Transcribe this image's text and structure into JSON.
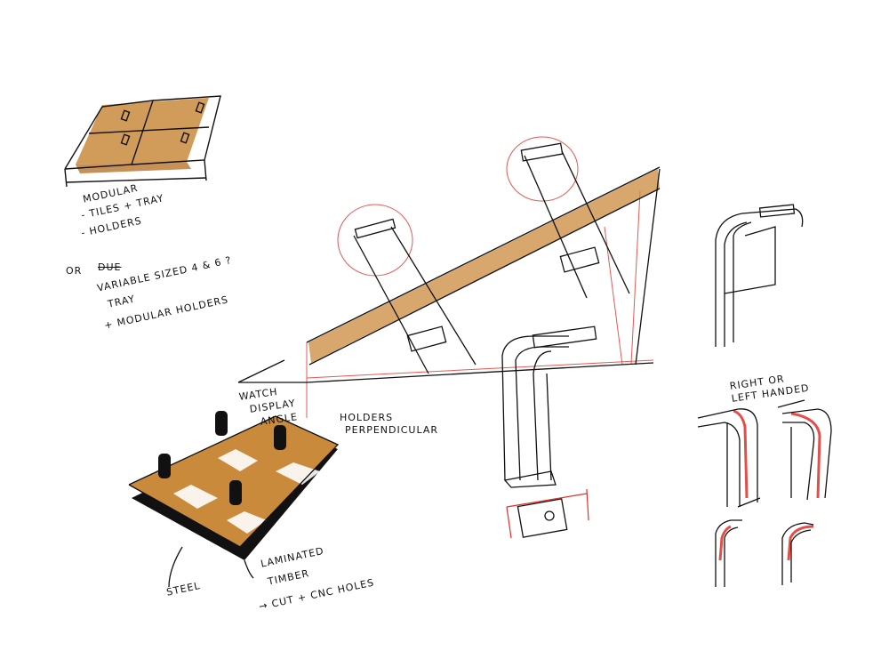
{
  "sketch": {
    "title": "Watch display stand concept sketches",
    "colors": {
      "ink": "#111111",
      "marker_wood": "#c98a3c",
      "marker_wood_light": "#e0a868",
      "pencil_red": "#e0302a",
      "shadow": "#111111"
    }
  },
  "notes": {
    "modular": {
      "heading": "MODULAR",
      "line1": "- TILES + TRAY",
      "line2": "- HOLDERS"
    },
    "alternative": {
      "prefix": "OR",
      "struck": "DUE",
      "line1": "VARIABLE SIZED 4 & 6 ?",
      "line2": "TRAY",
      "line3": "+ MODULAR HOLDERS"
    },
    "angle": {
      "line1": "WATCH",
      "line2": "DISPLAY",
      "line3": "ANGLE"
    },
    "holders": {
      "line1": "HOLDERS",
      "line2": "PERPENDICULAR"
    },
    "materials": {
      "steel": "STEEL",
      "timber1": "LAMINATED",
      "timber2": "TIMBER",
      "process": "→ CUT + CNC HOLES"
    },
    "handed": {
      "line1": "RIGHT OR",
      "line2": "LEFT HANDED"
    }
  }
}
